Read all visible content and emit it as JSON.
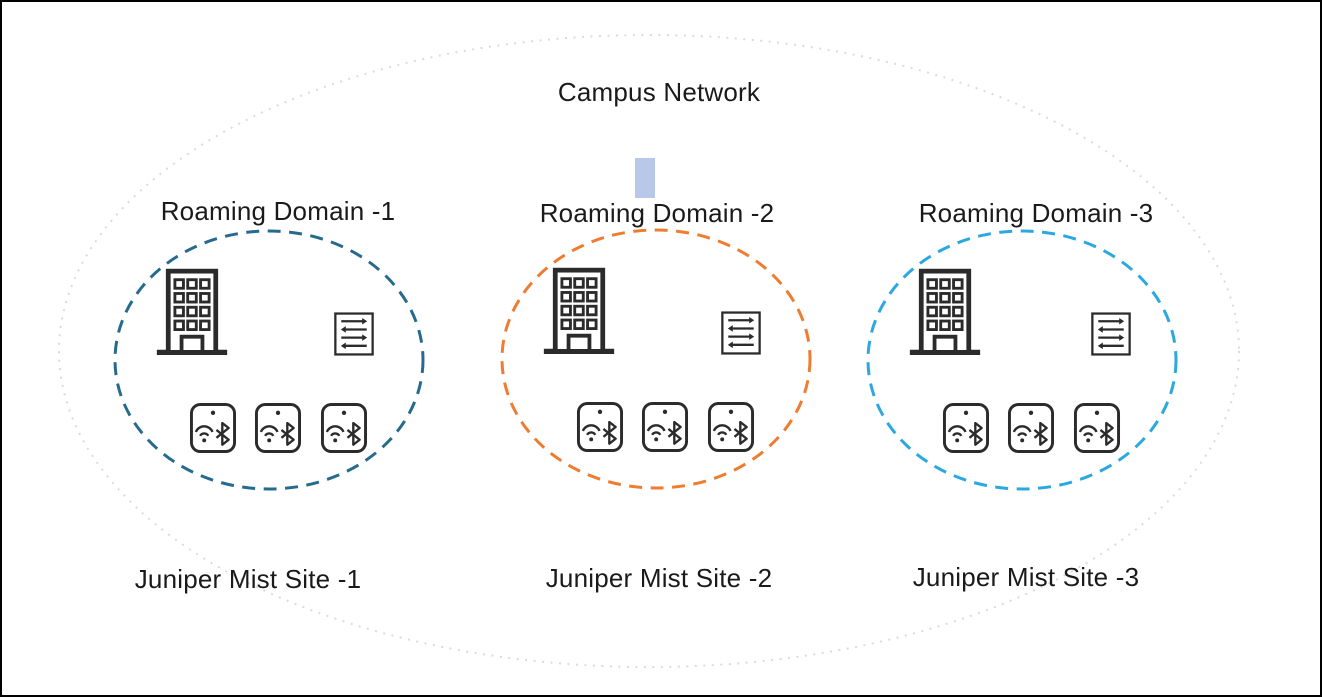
{
  "diagram": {
    "title": "Campus Network",
    "domains": [
      {
        "label": "Roaming Domain -1",
        "site_label": "Juniper Mist Site -1",
        "circle_color": "#266B8E",
        "devices": {
          "building": 1,
          "switch": 1,
          "access_points": 3
        }
      },
      {
        "label": "Roaming Domain -2",
        "site_label": "Juniper Mist Site -2",
        "circle_color": "#EE7C31",
        "devices": {
          "building": 1,
          "switch": 1,
          "access_points": 3
        }
      },
      {
        "label": "Roaming Domain -3",
        "site_label": "Juniper Mist Site -3",
        "circle_color": "#2BA8E0",
        "devices": {
          "building": 1,
          "switch": 1,
          "access_points": 3
        }
      }
    ],
    "icons": {
      "building": "office-building-icon",
      "switch": "ethernet-switch-icon",
      "access_point": "wifi-bluetooth-access-point-icon"
    },
    "colors": {
      "outer_ellipse": "#DBDBDB",
      "icon_stroke": "#2B2B2B",
      "text": "#1A1A1A",
      "cursor_highlight": "#B9C8E9",
      "page_border": "#000000",
      "background": "#FFFFFF"
    }
  }
}
